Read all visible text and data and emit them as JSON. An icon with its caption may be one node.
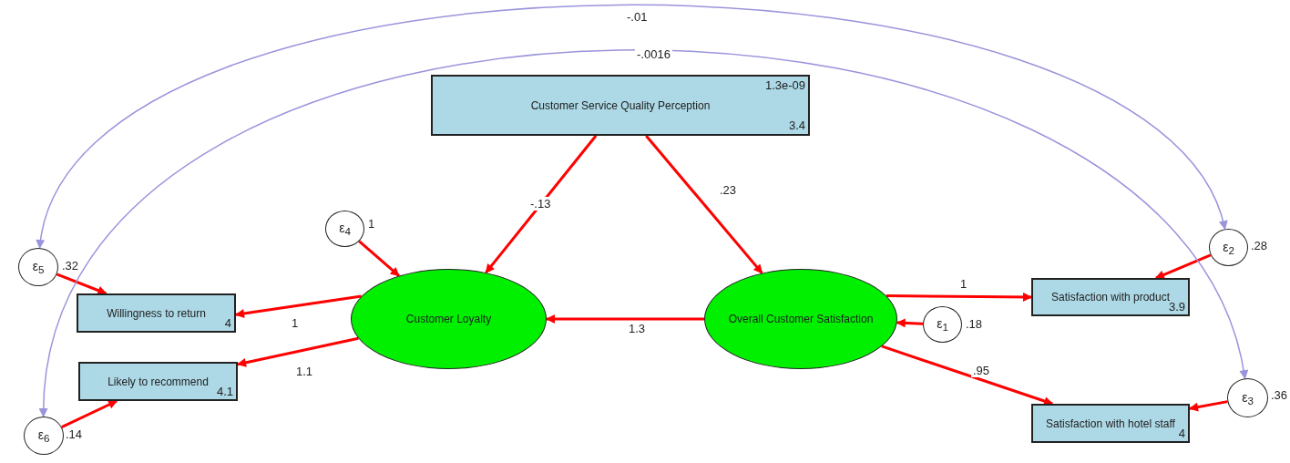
{
  "diagram": {
    "nodes": [
      {
        "text": [
          "Customer Service Quality Perception",
          "1.3e-09",
          "3.4"
        ]
      },
      {
        "text": [
          "Customer Loyalty"
        ]
      },
      {
        "text": [
          "Overall Customer Satisfaction"
        ]
      },
      {
        "text": [
          "ε$_{4}$"
        ],
        "beside": [
          "1"
        ]
      },
      {
        "text": [
          "ε$_{5}$"
        ],
        "beside": [
          ".32"
        ]
      },
      {
        "text": [
          "Willingness to return",
          "4"
        ]
      },
      {
        "text": [
          "Likely to recommend",
          "4.1"
        ]
      },
      {
        "text": [
          "ε$_{6}$"
        ],
        "beside": [
          ".14"
        ]
      },
      {
        "text": [
          "ε$_{1}$"
        ],
        "beside": [
          ".18"
        ]
      },
      {
        "text": [
          "Satisfaction with product",
          "3.9"
        ]
      },
      {
        "text": [
          "ε$_{2}$"
        ],
        "beside": [
          ".28"
        ]
      },
      {
        "text": [
          "Satisfaction with hotel staff",
          "4"
        ]
      },
      {
        "text": [
          "ε$_{3}$"
        ],
        "beside": [
          ".36"
        ]
      }
    ],
    "edges": [
      {
        "from": 0,
        "to": 1,
        "arrow": "to",
        "label": "-.13"
      },
      {
        "from": 0,
        "to": 2,
        "arrow": "to",
        "label": ".23"
      },
      {
        "from": 3,
        "to": 1,
        "arrow": "to"
      },
      {
        "from": 4,
        "to": 5,
        "arrow": "to"
      },
      {
        "from": 1,
        "to": 5,
        "arrow": "to",
        "label": "1"
      },
      {
        "from": 1,
        "to": 6,
        "arrow": "to",
        "label": "1.1"
      },
      {
        "from": 7,
        "to": 6,
        "arrow": "to"
      },
      {
        "from": 2,
        "to": 1,
        "arrow": "to",
        "label": "1.3"
      },
      {
        "from": 2,
        "to": 9,
        "arrow": "to",
        "label": "1"
      },
      {
        "from": 8,
        "to": 2,
        "arrow": "to"
      },
      {
        "from": 2,
        "to": 11,
        "arrow": "to",
        "label": ".95"
      },
      {
        "from": 10,
        "to": 9,
        "arrow": "to"
      },
      {
        "from": 12,
        "to": 11,
        "arrow": "to"
      },
      {
        "from": 4,
        "to": 10,
        "arrow": "both",
        "label": "-.01",
        "color": "#9a94dc"
      },
      {
        "from": 7,
        "to": 12,
        "arrow": "both",
        "label": "-.0016",
        "color": "#9a94dc"
      }
    ]
  }
}
